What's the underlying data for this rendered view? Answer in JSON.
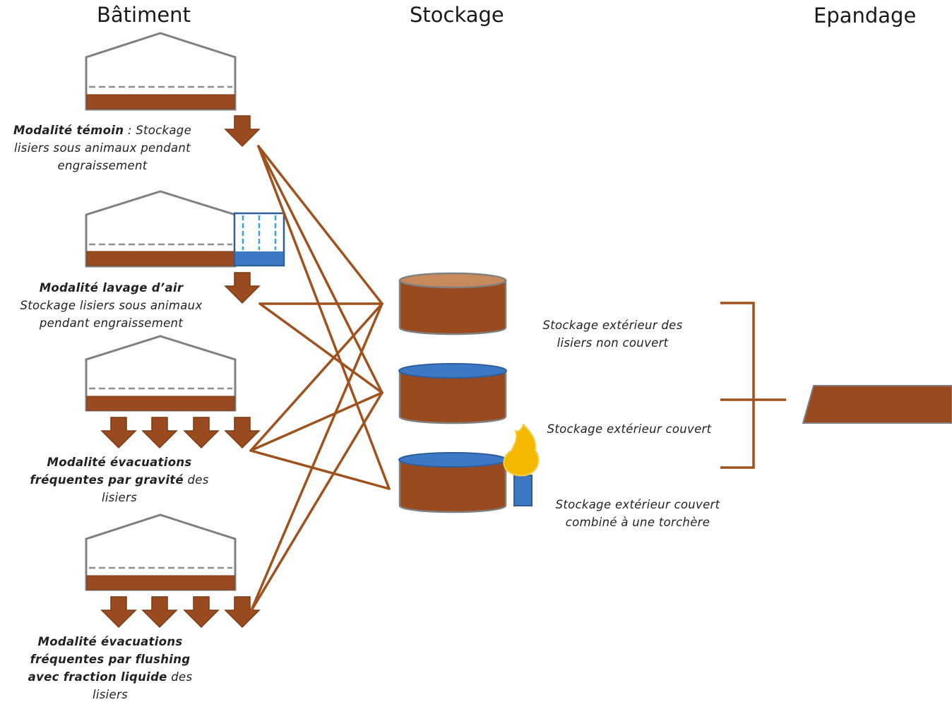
{
  "headers": {
    "batiment": "Bâtiment",
    "stockage": "Stockage",
    "epandage": "Epandage"
  },
  "buildings": [
    {
      "title": "Modalité témoin",
      "sep": " : ",
      "desc1": "Stockage",
      "desc2": "lisiers sous animaux pendant",
      "desc3": "engraissement"
    },
    {
      "title": "Modalité lavage d’air",
      "desc1": "Stockage lisiers sous animaux",
      "desc2": "pendant engraissement"
    },
    {
      "title1": "Modalité évacuations",
      "title2": "fréquentes par gravité",
      "desc1": " des",
      "desc2": "lisiers"
    },
    {
      "title1": "Modalité évacuations",
      "title2": "fréquentes par flushing",
      "title3": "avec fraction liquide",
      "desc1": " des",
      "desc2": "lisiers"
    }
  ],
  "storage_labels": {
    "uncovered_1": "Stockage extérieur des",
    "uncovered_2": "lisiers non couvert",
    "covered": "Stockage extérieur couvert",
    "flare_1": "Stockage extérieur couvert",
    "flare_2": "combiné à une torchère"
  },
  "colors": {
    "slurry": "#9a4a1f",
    "link": "#a0521e",
    "cover_blue": "#3d78c4",
    "open_top": "#c8895c",
    "roof": "#808080",
    "flame": "#f4b800"
  },
  "icons": [
    "building-icon",
    "air-scrubber-icon",
    "down-arrow-icon",
    "storage-tank-icon",
    "flare-icon",
    "field-icon"
  ]
}
